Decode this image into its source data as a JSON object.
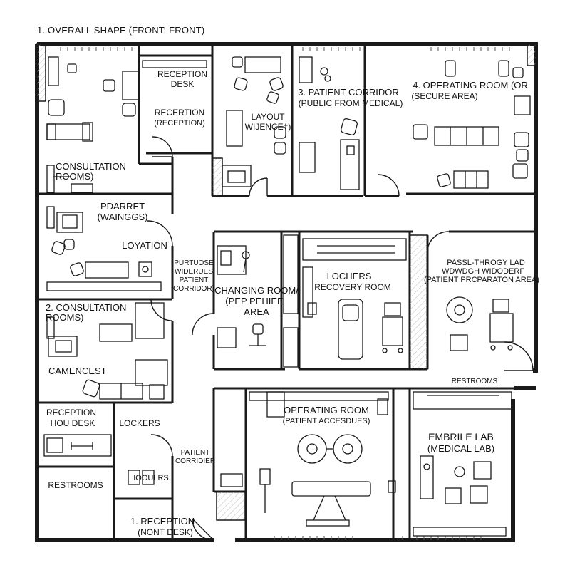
{
  "header": {
    "title": "1. OVERALL SHAPE (FRONT: FRONT)"
  },
  "rooms": {
    "reception_desk_top": [
      "RECEPTION",
      "DESK"
    ],
    "reception_reception": [
      "RECERTION",
      "(RECEPTION)"
    ],
    "layout_wijence": [
      "LAYOUT",
      "WIJENCE†)"
    ],
    "patient_corridor_top": [
      "3. PATIENT CORRIDOR",
      "(PUBLIC FROM MEDICAL)"
    ],
    "operating_room_secure": [
      "4. OPERATING ROOM (OR",
      "(SECURE AREA)"
    ],
    "consultation_rooms_top": [
      "CONSULTATION",
      "ROOMS)"
    ],
    "pdarret_waingss": [
      "PDARRET",
      "(WAINGGS)"
    ],
    "loyation": [
      "LOYATION"
    ],
    "purpose_corridor": [
      "PURTUOSE",
      "WIDERUES",
      "PATIENT",
      "CORRIDOR)"
    ],
    "changing_room": [
      "CHANGING ROOM/",
      "(PEP PEHIEE",
      "AREA"
    ],
    "lochers_recovery": [
      "LOCHERS",
      "RECOVERY ROOM"
    ],
    "pass_through_lab": [
      "PASSL-THROGY LAD",
      "WDWDGH WIDODERF",
      "(PATIENT PRCPARATON AREA)"
    ],
    "consultation_rooms_2": [
      "2. CONSULTATION",
      "ROOMS)"
    ],
    "camencest": [
      "CAMENCEST"
    ],
    "restrooms_right": [
      "RESTROOMS"
    ],
    "operating_room_patient": [
      "OPERATING ROOM",
      "(PATIENT ACCESDUES)"
    ],
    "reception_hou_desk": [
      "RECEPTION",
      "HOU DESK"
    ],
    "lockers": [
      "LOCKERS"
    ],
    "restrooms_left": [
      "RESTROOMS"
    ],
    "ioouirs": [
      "IOOULRS"
    ],
    "patient_corridor_small": [
      "PATIENT",
      "CORRIDIER"
    ],
    "reception_front": [
      "1. RECEPTION",
      "(NONT DESK)"
    ],
    "embrile_lab": [
      "EMBRILE LAB",
      "(MEDICAL LAB)"
    ]
  },
  "colors": {
    "ink": "#111111",
    "wall": "#1a1a1a",
    "floor": "#ffffff",
    "hatch": "#bdbdbd"
  },
  "icons": [
    "door-swing-icon",
    "chair-icon",
    "bed-icon",
    "sofa-icon",
    "table-icon",
    "surgical-light-icon",
    "monitor-cart-icon",
    "plant-icon",
    "sink-icon"
  ]
}
